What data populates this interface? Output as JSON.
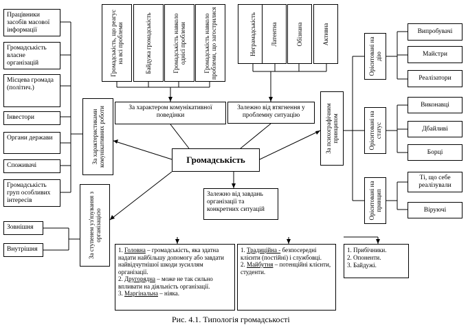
{
  "left_column": [
    "Працівники засобів масової інформації",
    "Громадськість власне організацій",
    "Місцева громада (політич.)",
    "Інвестори",
    "Органи держави",
    "Споживачі",
    "Громадськість груп особливих інтересів"
  ],
  "left_bottom": [
    "Зовнішня",
    "Внутрішня"
  ],
  "top_communicative": [
    "Громадськість, що реагує на всі проблеми",
    "Байдужа громадськість",
    "Громадськість навколо однієї проблеми",
    "Громадськість навколо проблеми, що загострилися"
  ],
  "top_involvement": [
    "Неграмадськість",
    "Латентна",
    "Обізнана",
    "Активна"
  ],
  "right_groups": [
    {
      "category": "Орієнтовані на дію",
      "items": [
        "Випробувачі",
        "Майстри",
        "Реалізатори"
      ]
    },
    {
      "category": "Орієнтовані на статус",
      "items": [
        "Виконавці",
        "Дбайливі",
        "Борці"
      ]
    },
    {
      "category": "Орієнтовані на принцип",
      "items": [
        "Ті, що себе реалізували",
        "Віруючі"
      ]
    }
  ],
  "center": {
    "title": "Громадськість",
    "by_communicative": "За характером комунікативної поведінки",
    "by_involvement": "Залежно від втягнення у проблемну ситуацію",
    "by_psychographic": "За психографічним принципом",
    "by_characteristics": "За характеристиками комунікативних роботи",
    "by_degree": "За ступенем уз'язування з організацією",
    "by_tasks": "Залежно від завдань організації та конкретних ситуацій"
  },
  "bottom_boxes": {
    "box1": {
      "l1_term": "Головна",
      "l1_text": " – громадськість, яка здатна надати найбільшу допомогу або завдати найвідчутнішої шкоди зусиллям організації.",
      "l2_term": "Другорядна",
      "l2_text": " – може не так сильно впливати на діяльність організації.",
      "l3_term": "Маргінальна",
      "l3_text": " – ніяка."
    },
    "box2": {
      "l1_term": "Традиційна -",
      "l1_text": " безпосередні клієнти (постійні) і службовці.",
      "l2_term": "Майбутня",
      "l2_text": " – потенційні клієнти, студенти."
    },
    "box3": [
      "1. Прибічники.",
      "2. Опоненти.",
      "3. Байдужі."
    ]
  },
  "caption": "Рис. 4.1. Типологія громадськості"
}
